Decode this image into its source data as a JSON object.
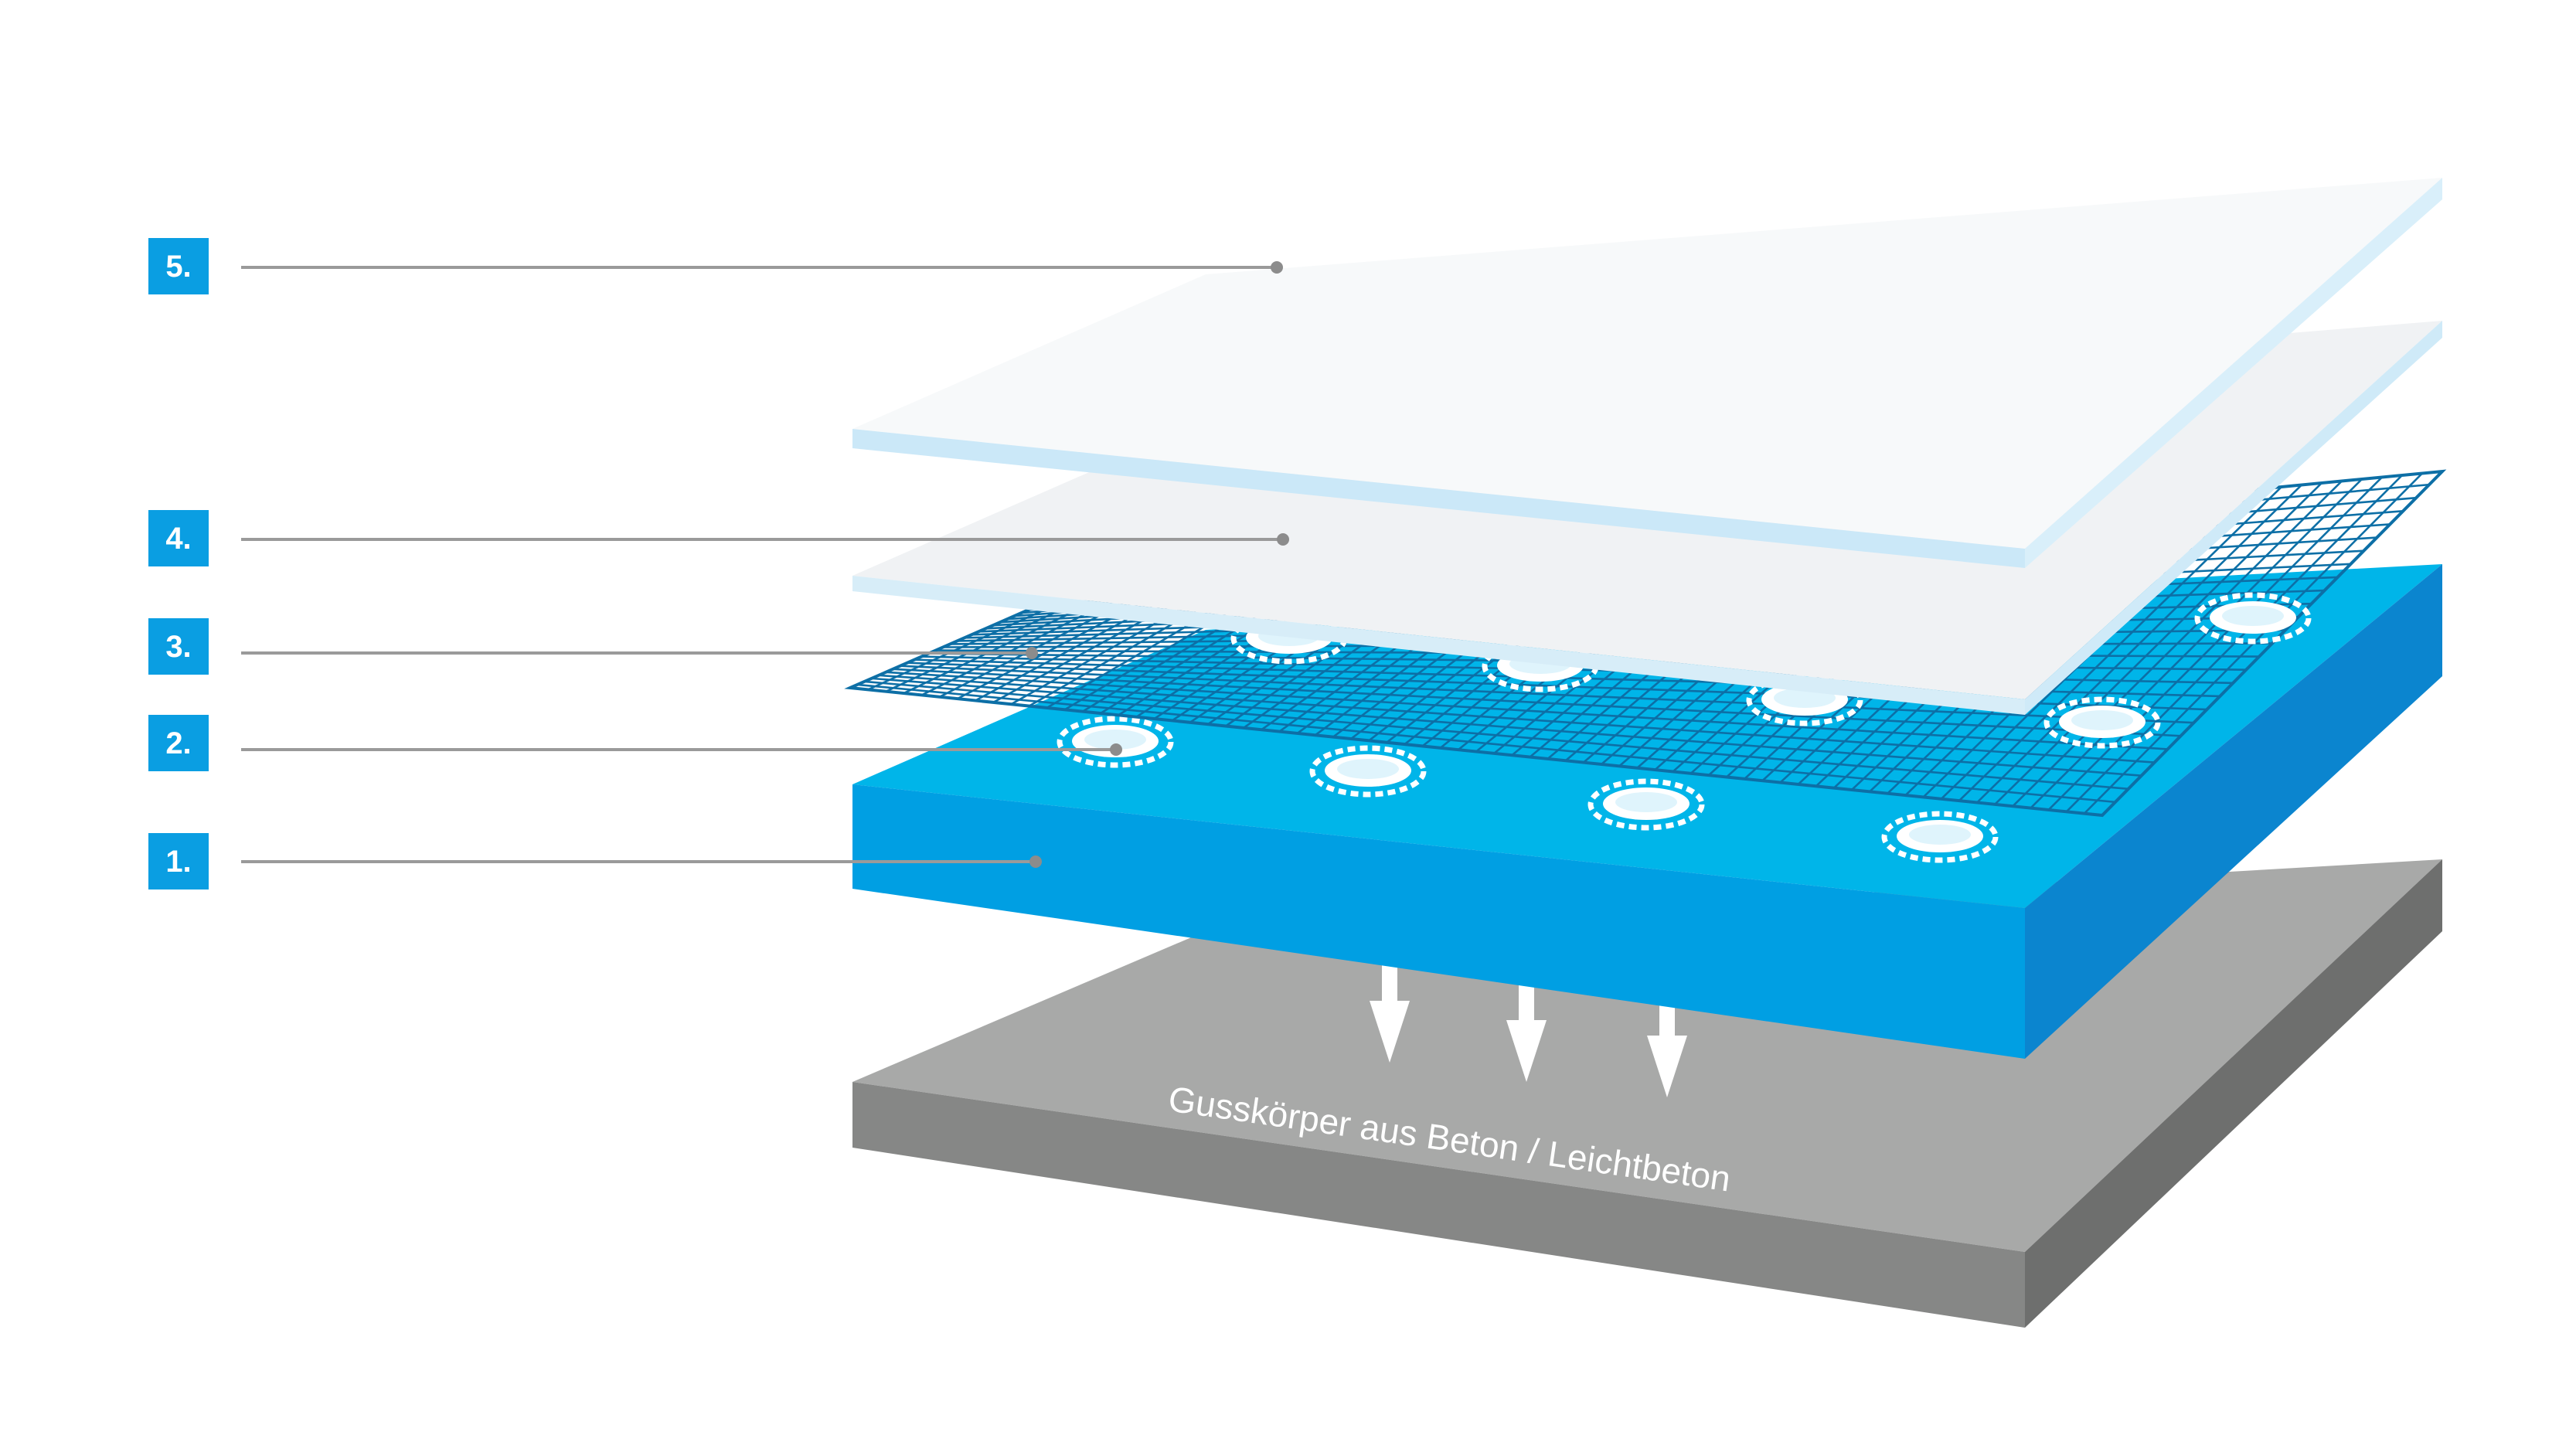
{
  "labels": [
    "1.",
    "2.",
    "3.",
    "4.",
    "5."
  ],
  "base_caption": "Gusskörper aus Beton / Leichtbeton",
  "colors": {
    "label_box": "#0a9ee2",
    "foam_top": "#00b5e9",
    "foam_front": "#009fe3",
    "foam_side": "#0b85cf",
    "concrete_top": "#a8a9a8",
    "concrete_front": "#868786",
    "concrete_side": "#6e6f6e",
    "sheet": "#f3f7f9",
    "sheet_edge": "#cfeaf8",
    "mesh": "#0d6fa6"
  },
  "icons": [
    "arrow-down-icon",
    "anchor-disc-icon"
  ]
}
